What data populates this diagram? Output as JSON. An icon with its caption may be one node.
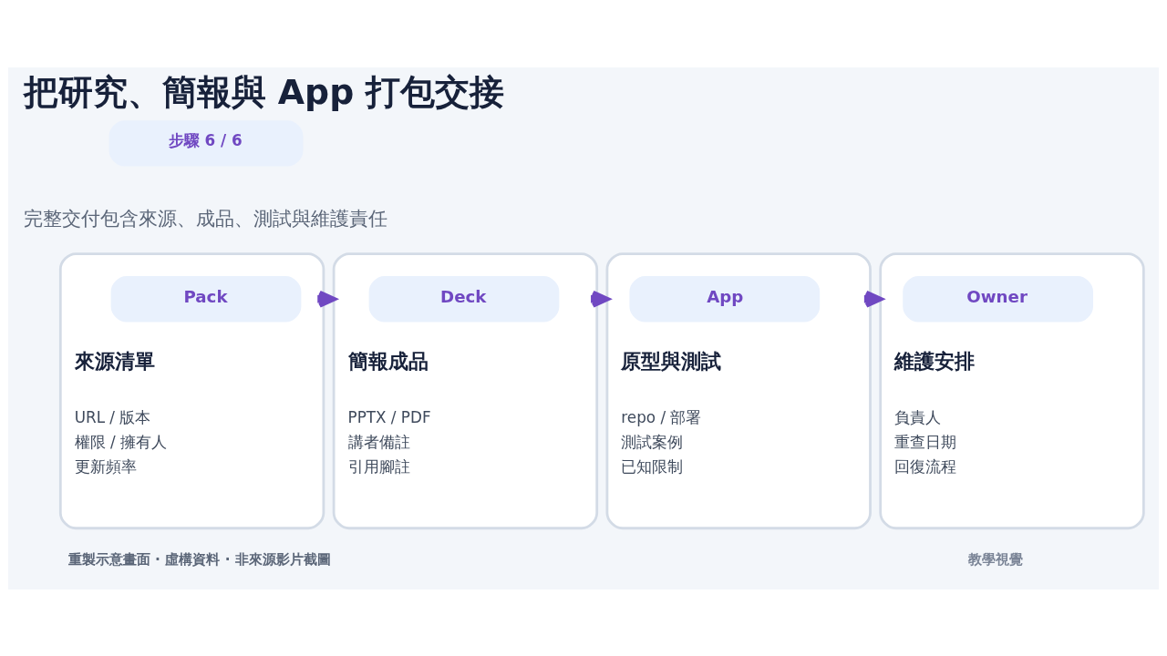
{
  "diagram": {
    "title": "把研究、簡報與 App 打包交接",
    "nodes": [
      {
        "text": [
          "步驟 6 / 6"
        ]
      },
      {
        "text": [
          "來源清單",
          "URL / 版本",
          "權限 / 擁有人",
          "更新頻率"
        ]
      },
      {
        "text": [
          "Pack"
        ],
        "in": 1
      },
      {
        "text": [
          "簡報成品",
          "PPTX / PDF",
          "講者備註",
          "引用腳註"
        ]
      },
      {
        "text": [
          "Deck"
        ],
        "in": 3
      },
      {
        "text": [
          "原型與測試",
          "repo / 部署",
          "測試案例",
          "已知限制"
        ]
      },
      {
        "text": [
          "App"
        ],
        "in": 5
      },
      {
        "text": [
          "維護安排",
          "負責人",
          "重查日期",
          "回復流程"
        ]
      },
      {
        "text": [
          "Owner"
        ],
        "in": 7
      }
    ],
    "edges": [
      {
        "from": 1,
        "to": 3,
        "arrow": "to"
      },
      {
        "from": 3,
        "to": 5,
        "arrow": "to"
      },
      {
        "from": 5,
        "to": 7,
        "arrow": "to"
      }
    ],
    "labels": [
      "完整交付包含來源、成品、測試與維護責任",
      "重製示意畫面 · 虛構資料 · 非來源影片截圖",
      "教學視覺"
    ]
  }
}
